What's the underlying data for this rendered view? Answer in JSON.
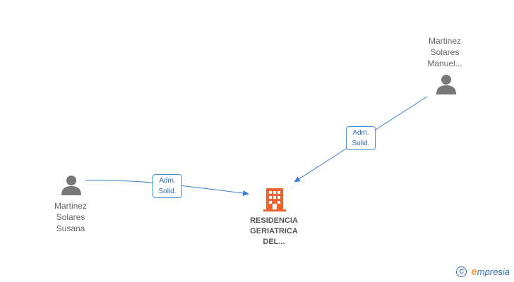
{
  "diagram": {
    "nodes": [
      {
        "id": "manuel",
        "type": "person",
        "label_lines": [
          "Martinez",
          "Solares",
          "Manuel..."
        ]
      },
      {
        "id": "susana",
        "type": "person",
        "label_lines": [
          "Martinez",
          "Solares",
          "Susana"
        ]
      },
      {
        "id": "residencia",
        "type": "company",
        "label_lines": [
          "RESIDENCIA",
          "GERIATRICA",
          "DEL..."
        ]
      }
    ],
    "edges": [
      {
        "from": "susana",
        "to": "residencia",
        "label_lines": [
          "Adm.",
          "Solid."
        ]
      },
      {
        "from": "manuel",
        "to": "residencia",
        "label_lines": [
          "Adm.",
          "Solid."
        ]
      }
    ],
    "colors": {
      "person_icon": "#777777",
      "company_icon": "#f0622f",
      "edge": "#3a7fd0"
    }
  },
  "watermark": {
    "copyright_symbol": "C",
    "brand_first": "e",
    "brand_rest": "mpresia"
  }
}
